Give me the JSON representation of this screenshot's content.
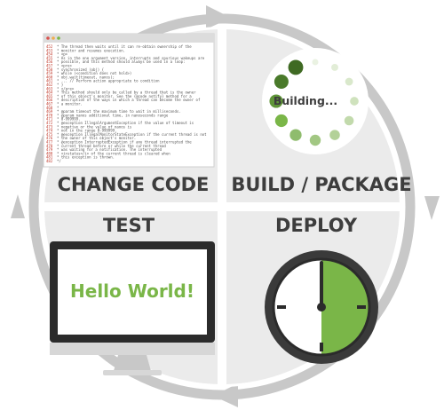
{
  "quadrants": {
    "change_code": {
      "label": "CHANGE CODE"
    },
    "build_package": {
      "label": "BUILD / PACKAGE",
      "spinner_text": "Building..."
    },
    "test": {
      "label": "TEST",
      "monitor_text": "Hello World!"
    },
    "deploy": {
      "label": "DEPLOY",
      "clock_progress": 0.5
    }
  },
  "code_lines": [
    "* The thread then waits until it can re-obtain ownership of the",
    "* monitor and resumes execution.",
    "* <p>",
    "* As in the one argument version, interrupts and spurious wakeups are",
    "* possible, and this method should always be used in a loop:",
    "* <pre>",
    "*     synchronized (obj) {",
    "*         while (&lt;condition does not hold&gt;)",
    "*             obj.wait(timeout, nanos);",
    "*         ... // Perform action appropriate to condition",
    "*     }",
    "* </pre>",
    "* This method should only be called by a thread that is the owner",
    "* of this object's monitor. See the {@code notify} method for a",
    "* description of the ways in which a thread can become the owner of",
    "* a monitor.",
    "*",
    "* @param      timeout   the maximum time to wait in milliseconds.",
    "* @param      nanos     additional time, in nanoseconds range",
    "*                       0-999999.",
    "* @exception  IllegalArgumentException      if the value of timeout is",
    "*               negative or the value of nanos is",
    "*               not in the range 0-999999.",
    "* @exception  IllegalMonitorStateException  if the current thread is not",
    "*               the owner of this object's monitor.",
    "* @exception  InterruptedException if any thread interrupted the",
    "*             current thread before or while the current thread",
    "*             was waiting for a notification.  The interrupted",
    "*             <i>status</i> of the current thread is cleared when",
    "*             this exception is thrown.",
    "*/"
  ],
  "line_numbers": [
    "452",
    "453",
    "454",
    "455",
    "456",
    "457",
    "458",
    "459",
    "460",
    "461",
    "462",
    "463",
    "464",
    "465",
    "466",
    "467",
    "468",
    "469",
    "470",
    "471",
    "472",
    "473",
    "474",
    "475",
    "476",
    "477",
    "478",
    "479",
    "480",
    "481",
    "482"
  ],
  "colors": {
    "ring": "#c8c8c8",
    "tile": "#ebebeb",
    "accent_green": "#7ab648",
    "dark": "#3d3d3d",
    "code_red": "#c0392b"
  },
  "icons": [
    "circular-arrow-icon",
    "code-window-icon",
    "loading-spinner-icon",
    "monitor-icon",
    "clock-icon"
  ]
}
